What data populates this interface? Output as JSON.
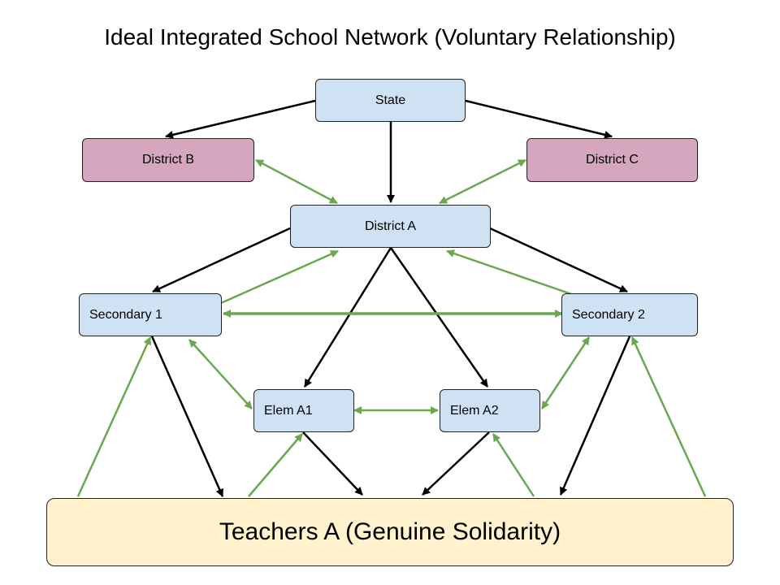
{
  "title": "Ideal Integrated School Network (Voluntary Relationship)",
  "nodes": {
    "state": "State",
    "district_b": "District B",
    "district_c": "District C",
    "district_a": "District A",
    "secondary_1": "Secondary 1",
    "secondary_2": "Secondary 2",
    "elem_a1": "Elem A1",
    "elem_a2": "Elem A2",
    "teachers": "Teachers A (Genuine Solidarity)"
  },
  "colors": {
    "blue_box": "#cfe2f3",
    "pink_box": "#d5a6bd",
    "yellow_box": "#fff2cc",
    "black_arrow": "#000000",
    "green_arrow": "#6aa84f"
  }
}
